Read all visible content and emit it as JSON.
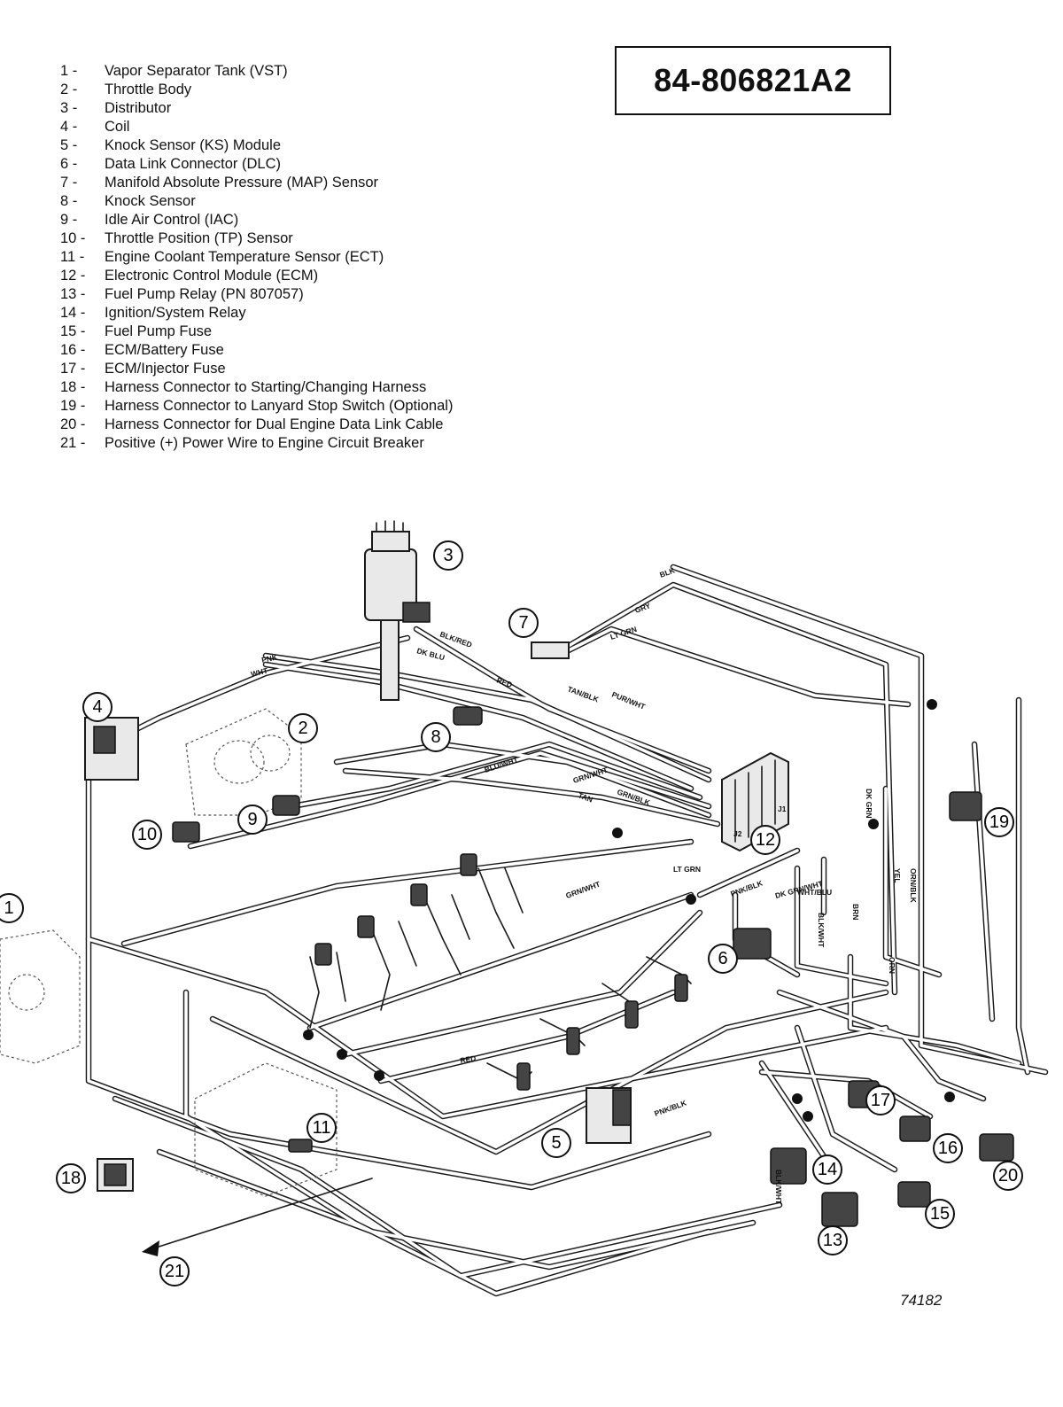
{
  "part_number": "84-806821A2",
  "figure_number": "74182",
  "legend": [
    {
      "num": "1 -",
      "text": "Vapor Separator Tank (VST)"
    },
    {
      "num": "2 -",
      "text": "Throttle Body"
    },
    {
      "num": "3 -",
      "text": "Distributor"
    },
    {
      "num": "4 -",
      "text": "Coil"
    },
    {
      "num": "5 -",
      "text": "Knock Sensor (KS) Module"
    },
    {
      "num": "6 -",
      "text": "Data Link Connector (DLC)"
    },
    {
      "num": "7 -",
      "text": "Manifold Absolute Pressure (MAP) Sensor"
    },
    {
      "num": "8 -",
      "text": "Knock Sensor"
    },
    {
      "num": "9 -",
      "text": "Idle Air Control (IAC)"
    },
    {
      "num": "10 -",
      "text": "Throttle Position (TP) Sensor"
    },
    {
      "num": "11 -",
      "text": "Engine Coolant Temperature Sensor (ECT)"
    },
    {
      "num": "12 -",
      "text": "Electronic Control Module (ECM)"
    },
    {
      "num": "13 -",
      "text": "Fuel Pump Relay (PN 807057)"
    },
    {
      "num": "14 -",
      "text": "Ignition/System Relay"
    },
    {
      "num": "15 -",
      "text": "Fuel Pump Fuse"
    },
    {
      "num": "16 -",
      "text": "ECM/Battery Fuse"
    },
    {
      "num": "17 -",
      "text": "ECM/Injector Fuse"
    },
    {
      "num": "18 -",
      "text": "Harness Connector to Starting/Changing Harness"
    },
    {
      "num": "19 -",
      "text": "Harness Connector to Lanyard Stop Switch (Optional)"
    },
    {
      "num": "20 -",
      "text": "Harness Connector for Dual Engine Data Link Cable"
    },
    {
      "num": "21 -",
      "text": "Positive (+) Power Wire to Engine Circuit Breaker"
    }
  ],
  "callouts": [
    "1",
    "2",
    "3",
    "4",
    "5",
    "6",
    "7",
    "8",
    "9",
    "10",
    "11",
    "12",
    "13",
    "14",
    "15",
    "16",
    "17",
    "18",
    "19",
    "20",
    "21"
  ],
  "wire_labels": [
    "BLK",
    "GRY",
    "LT GRN",
    "DK BLU",
    "PNK",
    "WHT",
    "RED",
    "BLK/RED",
    "PUR/WHT",
    "TAN/BLK",
    "TAN",
    "BLU/WHT",
    "GRN/WHT",
    "GRN/BLK",
    "LT GRN",
    "DK GRN",
    "YEL",
    "BRN",
    "ORN",
    "ORN/BLK",
    "PNK/BLK",
    "DK GRN/WHT",
    "BLK/WHT",
    "WHT/BLU",
    "GRN/WHT",
    "RED",
    "PNK/BLK",
    "BLK/WHT"
  ],
  "connector_labels": [
    "J1",
    "J2"
  ]
}
